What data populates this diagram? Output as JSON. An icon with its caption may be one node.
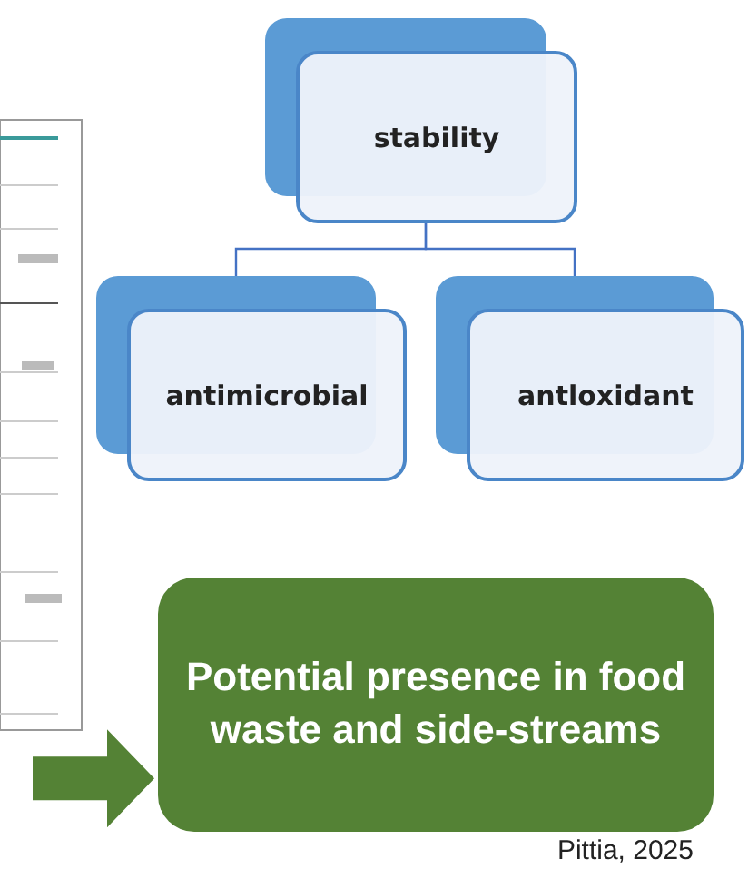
{
  "diagram": {
    "nodes": [
      {
        "text": [
          "stability"
        ]
      },
      {
        "text": [
          "antimicrobial"
        ]
      },
      {
        "text": [
          "antloxidant"
        ]
      },
      {
        "text": [
          "Potential presence in food waste and side-streams"
        ]
      }
    ],
    "edges": [
      {
        "from": 0,
        "to": 1,
        "arrow": "none"
      },
      {
        "from": 0,
        "to": 2,
        "arrow": "none"
      },
      {
        "from": null,
        "to": 3,
        "arrow": "to",
        "style": "thick",
        "color": "#548235"
      }
    ],
    "labels": [
      "Pittia, 2025"
    ]
  }
}
